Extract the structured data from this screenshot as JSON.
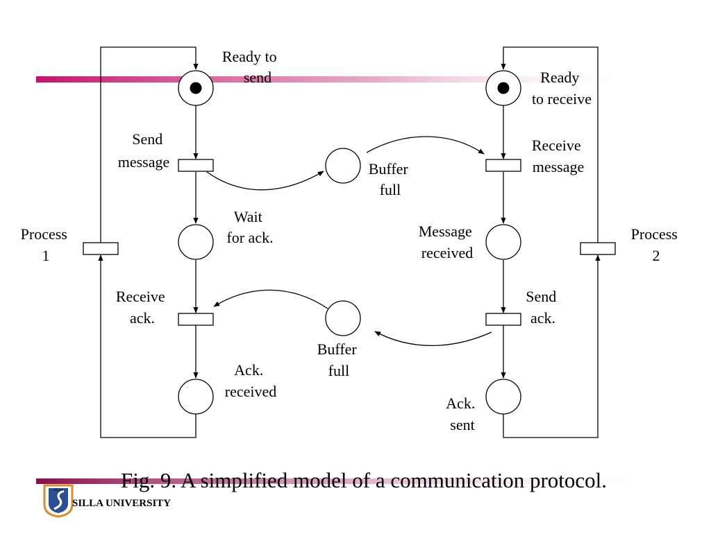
{
  "colors": {
    "accent": "#c8106e",
    "logo_blue": "#2a4f94",
    "logo_orange": "#e08a2a"
  },
  "places": {
    "ready_to_send": [
      "Ready to",
      "send"
    ],
    "ready_to_receive": [
      "Ready",
      "to receive"
    ],
    "buffer_full_top": [
      "Buffer",
      "full"
    ],
    "wait_for_ack": [
      "Wait",
      "for ack."
    ],
    "message_received": [
      "Message",
      "received"
    ],
    "buffer_full_bottom": [
      "Buffer",
      "full"
    ],
    "ack_received": [
      "Ack.",
      "received"
    ],
    "ack_sent": [
      "Ack.",
      "sent"
    ]
  },
  "transitions": {
    "send_message": [
      "Send",
      "message"
    ],
    "receive_message": [
      "Receive",
      "message"
    ],
    "process_1": [
      "Process",
      "1"
    ],
    "process_2": [
      "Process",
      "2"
    ],
    "receive_ack": [
      "Receive",
      "ack."
    ],
    "send_ack": [
      "Send",
      "ack."
    ]
  },
  "caption": "Fig. 9. A simplified model of a communication protocol.",
  "logo": {
    "name": "SILLA UNIVERSITY",
    "emblem_text": "SILLA",
    "icon": "silla-university-emblem-icon"
  }
}
